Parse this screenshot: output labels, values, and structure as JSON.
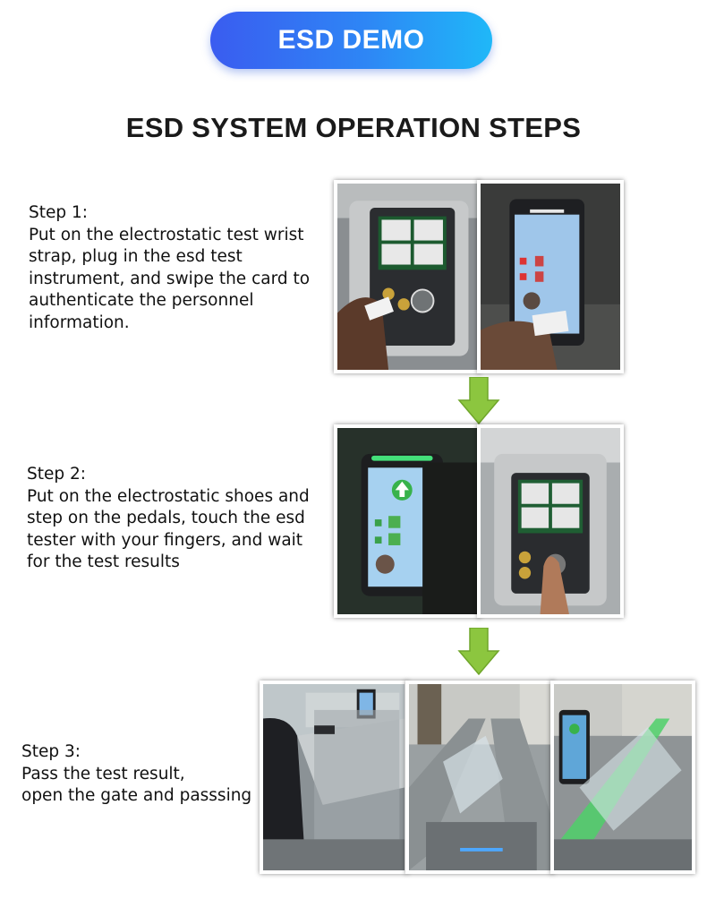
{
  "banner": {
    "label": "ESD DEMO"
  },
  "heading": "ESD SYSTEM OPERATION STEPS",
  "steps": [
    {
      "title": "Step 1:",
      "lines": [
        "Put on the electrostatic test wrist",
        "strap, plug in the esd test",
        "instrument, and swipe the card to",
        "authenticate the personnel",
        "information."
      ]
    },
    {
      "title": "Step 2:",
      "lines": [
        "Put on the electrostatic shoes and",
        "step on the pedals, touch the esd",
        "tester with your fingers, and wait",
        "for the test results"
      ]
    },
    {
      "title": "Step 3:",
      "lines": [
        "Pass the test result,",
        "open the gate and passsing"
      ]
    }
  ],
  "colors": {
    "banner_start": "#3a5cf0",
    "banner_end": "#1fb8f8",
    "arrow": "#8cc63f"
  }
}
